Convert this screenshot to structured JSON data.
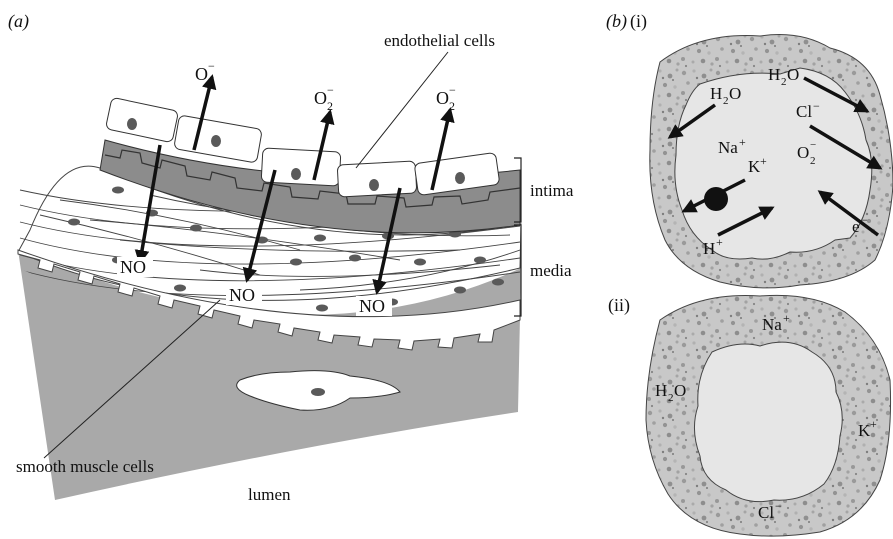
{
  "panel_a": {
    "label": "(a)",
    "callouts": {
      "endothelial": "endothelial cells",
      "smooth_muscle": "smooth muscle cells",
      "lumen": "lumen"
    },
    "layers": {
      "intima": "intima",
      "media": "media"
    },
    "superoxide": {
      "base": "O",
      "sub": "2",
      "sup": "−"
    },
    "no_label": "NO"
  },
  "panel_b": {
    "label": "(b)",
    "sub_i": "(i)",
    "sub_ii": "(ii)",
    "cell_i": {
      "h2o_left": "H",
      "h2o_right": "H",
      "o_letter": "O",
      "sub2": "2",
      "na_base": "Na",
      "k_base": "K",
      "h_base": "H",
      "plus": "+",
      "cl": "Cl",
      "minus": "−",
      "e": "e",
      "o2_base": "O",
      "o2_sub": "2",
      "o2_sup": "−"
    },
    "cell_ii": {
      "na_base": "Na",
      "k_base": "K",
      "cl": "Cl",
      "h2o": "H",
      "o_letter": "O",
      "sub2": "2",
      "plus": "+",
      "minus": "−"
    }
  },
  "colors": {
    "wall_gray": "#a9a9a9",
    "band_gray": "#8c8c8c",
    "nucleus": "#5a5a5a",
    "speckle_bg": "#c8c8c8",
    "vacuole": "#e6e6e6",
    "arrow": "#111111"
  }
}
